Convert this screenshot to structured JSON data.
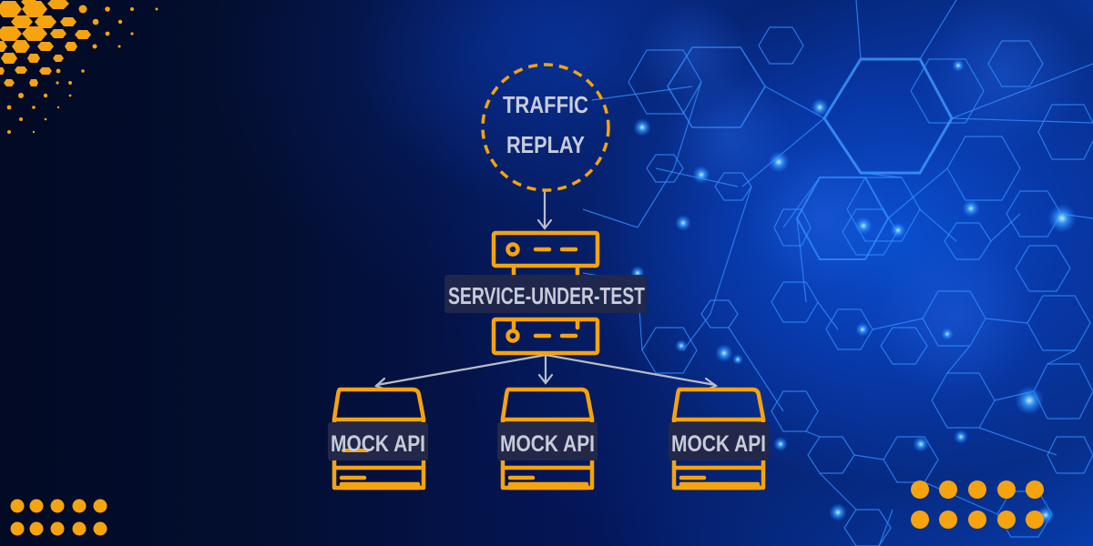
{
  "diagram": {
    "source_node": {
      "line1": "TRAFFIC",
      "line2": "REPLAY",
      "shape": "dashed-circle"
    },
    "service_node": {
      "label": "SERVICE-UNDER-TEST",
      "icon": "server-rack-icon"
    },
    "mock_nodes": [
      {
        "label": "MOCK API",
        "icon": "server-icon"
      },
      {
        "label": "MOCK API",
        "icon": "server-icon"
      },
      {
        "label": "MOCK API",
        "icon": "server-icon"
      }
    ],
    "edges": [
      {
        "from": "TRAFFIC REPLAY",
        "to": "SERVICE-UNDER-TEST"
      },
      {
        "from": "SERVICE-UNDER-TEST",
        "to": "MOCK API 1"
      },
      {
        "from": "SERVICE-UNDER-TEST",
        "to": "MOCK API 2"
      },
      {
        "from": "SERVICE-UNDER-TEST",
        "to": "MOCK API 3"
      }
    ]
  },
  "colors": {
    "accent": "#f5a30f",
    "label_text": "#c8ccd8",
    "label_bg": "#23284a",
    "arrow": "#b9bdc9",
    "background_dark": "#020a24",
    "background_blue": "#0842b8"
  },
  "decor": {
    "top_left": "orange-hexagon-halftone",
    "bottom_left": "orange-dot-grid-2x5",
    "bottom_right": "orange-dot-grid-2x5",
    "right": "blue-hexagon-network"
  }
}
